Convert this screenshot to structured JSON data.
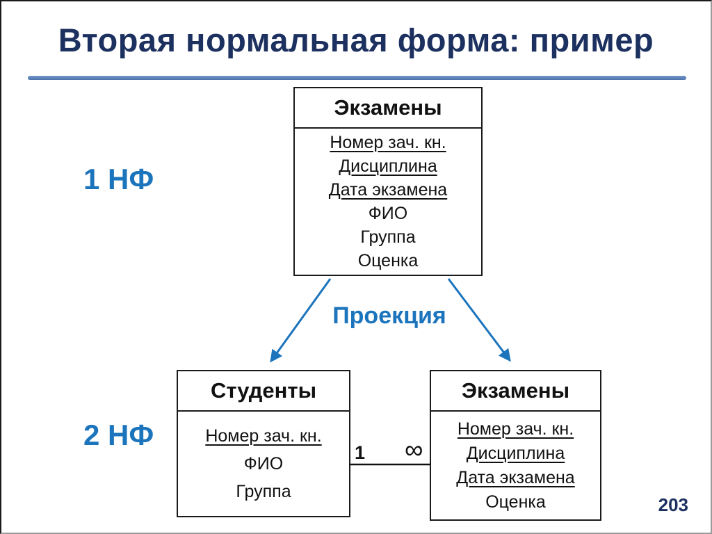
{
  "title": "Вторая нормальная форма: пример",
  "page_number": "203",
  "labels": {
    "nf1": "1 НФ",
    "nf2": "2 НФ",
    "projection": "Проекция",
    "rel_one": "1",
    "rel_many": "∞"
  },
  "colors": {
    "accent_blue": "#1b74bc",
    "title_navy": "#1d3160",
    "rule_blue": "#5b80b8",
    "box_border": "#1a1a1a"
  },
  "tables": {
    "exams_1nf": {
      "title": "Экзамены",
      "attributes": [
        {
          "name": "Номер зач. кн.",
          "key": true
        },
        {
          "name": "Дисциплина",
          "key": true
        },
        {
          "name": "Дата экзамена",
          "key": true
        },
        {
          "name": "ФИО",
          "key": false
        },
        {
          "name": "Группа",
          "key": false
        },
        {
          "name": "Оценка",
          "key": false
        }
      ]
    },
    "students": {
      "title": "Студенты",
      "attributes": [
        {
          "name": "Номер зач. кн.",
          "key": true
        },
        {
          "name": "ФИО",
          "key": false
        },
        {
          "name": "Группа",
          "key": false
        }
      ]
    },
    "exams_2nf": {
      "title": "Экзамены",
      "attributes": [
        {
          "name": "Номер зач. кн.",
          "key": true
        },
        {
          "name": "Дисциплина",
          "key": true
        },
        {
          "name": "Дата экзамена",
          "key": true
        },
        {
          "name": "Оценка",
          "key": false
        }
      ]
    }
  }
}
